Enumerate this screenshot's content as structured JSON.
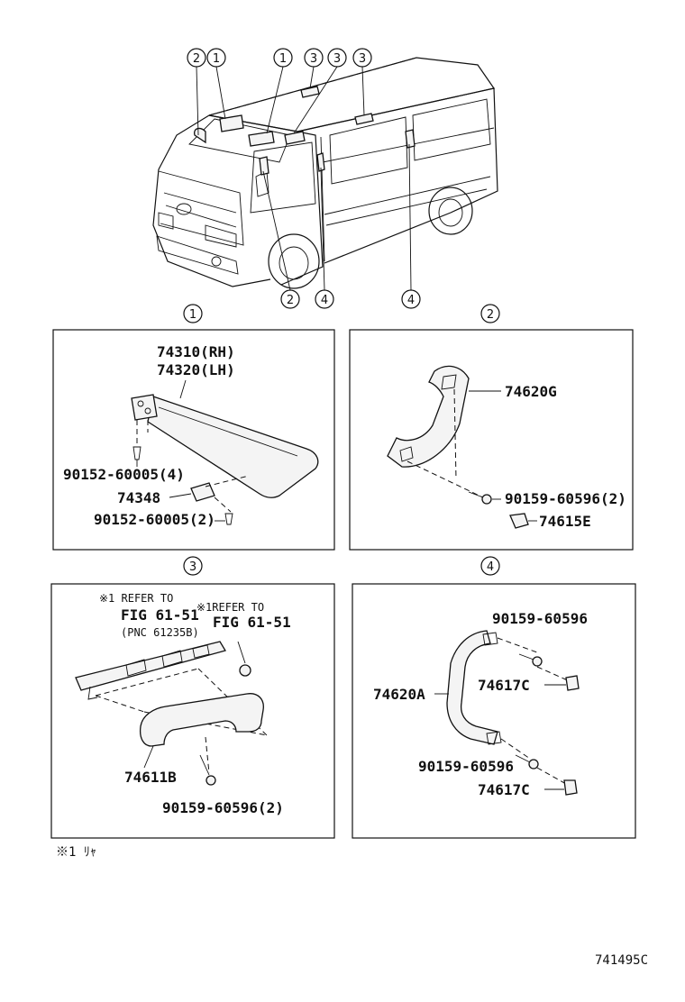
{
  "overview": {
    "callouts_top": [
      "2",
      "1",
      "1",
      "3",
      "3",
      "3"
    ],
    "callouts_bottom": [
      "2",
      "4",
      "4"
    ]
  },
  "panel1": {
    "number": "1",
    "labels": [
      "74310(RH)",
      "74320(LH)",
      "90152-60005(4)",
      "74348",
      "90152-60005(2)"
    ]
  },
  "panel2": {
    "number": "2",
    "labels": [
      "74620G",
      "90159-60596(2)",
      "74615E"
    ]
  },
  "panel3": {
    "number": "3",
    "labels": [
      "※1 REFER TO",
      "FIG 61-51",
      "(PNC 61235B)",
      "※1REFER TO",
      "FIG 61-51",
      "74611B",
      "90159-60596(2)"
    ]
  },
  "panel4": {
    "number": "4",
    "labels": [
      "90159-60596",
      "74620A",
      "74617C",
      "90159-60596",
      "74617C"
    ]
  },
  "footnote": "※1 ﾘｬ",
  "figure_code": "741495C"
}
